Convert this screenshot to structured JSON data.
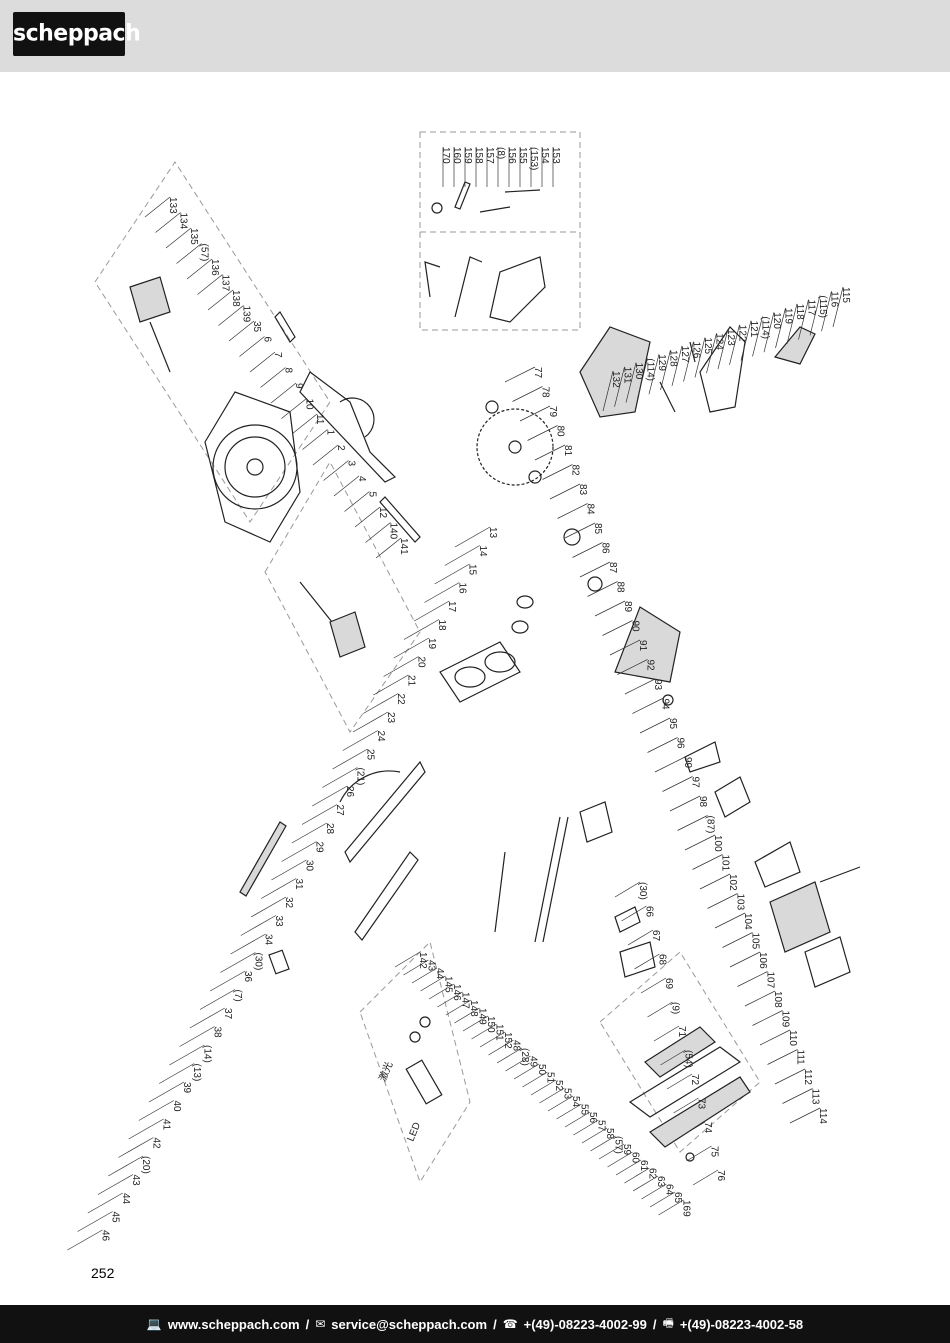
{
  "header": {
    "brand": "scheppach"
  },
  "page": {
    "number": "252"
  },
  "diagram": {
    "led_label": "LED",
    "laser_label": "激光",
    "parts_left": [
      "133",
      "134",
      "135",
      "(57)",
      "136",
      "137",
      "138",
      "139",
      "35",
      "6",
      "7",
      "8",
      "9",
      "10",
      "11",
      "1",
      "2",
      "3",
      "4",
      "5",
      "12",
      "140",
      "141"
    ],
    "parts_center": [
      "13",
      "14",
      "15",
      "16",
      "17",
      "18",
      "19",
      "20",
      "21",
      "22",
      "23",
      "24",
      "25",
      "(21)",
      "26",
      "27",
      "28",
      "29",
      "30",
      "31",
      "32",
      "33",
      "34",
      "(30)",
      "36",
      "(7)",
      "37",
      "38",
      "(14)",
      "(13)",
      "39",
      "40",
      "41",
      "42",
      "(20)",
      "43",
      "44",
      "45",
      "46"
    ],
    "parts_lower": [
      "142",
      "43",
      "44",
      "145",
      "146",
      "147",
      "148",
      "149",
      "150",
      "151",
      "152",
      "48",
      "(28)",
      "49",
      "50",
      "51",
      "52",
      "53",
      "54",
      "55",
      "56",
      "57",
      "58",
      "(57)",
      "59",
      "60",
      "61",
      "62",
      "63",
      "64",
      "65",
      "169"
    ],
    "parts_box": [
      "153",
      "154",
      "(153)",
      "155",
      "156",
      "(8)",
      "157",
      "158",
      "159",
      "160",
      "170"
    ],
    "parts_handle": [
      "115",
      "116",
      "(115)",
      "117",
      "118",
      "119",
      "120",
      "(114)",
      "121",
      "122",
      "123",
      "124",
      "125",
      "126",
      "127",
      "128",
      "129",
      "(114)",
      "130",
      "131",
      "132"
    ],
    "parts_motor": [
      "77",
      "78",
      "79",
      "80",
      "81",
      "82",
      "83",
      "84",
      "85",
      "86",
      "87",
      "88",
      "89",
      "90",
      "91",
      "92",
      "93",
      "94",
      "95",
      "96",
      "99",
      "97",
      "98",
      "(87)",
      "100",
      "101",
      "102",
      "103",
      "104",
      "105",
      "106",
      "107",
      "108",
      "109",
      "110",
      "111",
      "112",
      "113",
      "114"
    ],
    "parts_guard": [
      "(30)",
      "66",
      "67",
      "68",
      "69",
      "(9)",
      "71",
      "(54)",
      "72",
      "73",
      "74",
      "75",
      "76"
    ]
  },
  "footer": {
    "web": "www.scheppach.com",
    "sep1": "/",
    "email": "service@scheppach.com",
    "sep2": "/",
    "phone": "+(49)-08223-4002-99",
    "sep3": "/",
    "fax": "+(49)-08223-4002-58"
  },
  "icons": {
    "web": "computer-icon",
    "email": "email-icon",
    "phone": "phone-icon",
    "fax": "fax-icon"
  }
}
